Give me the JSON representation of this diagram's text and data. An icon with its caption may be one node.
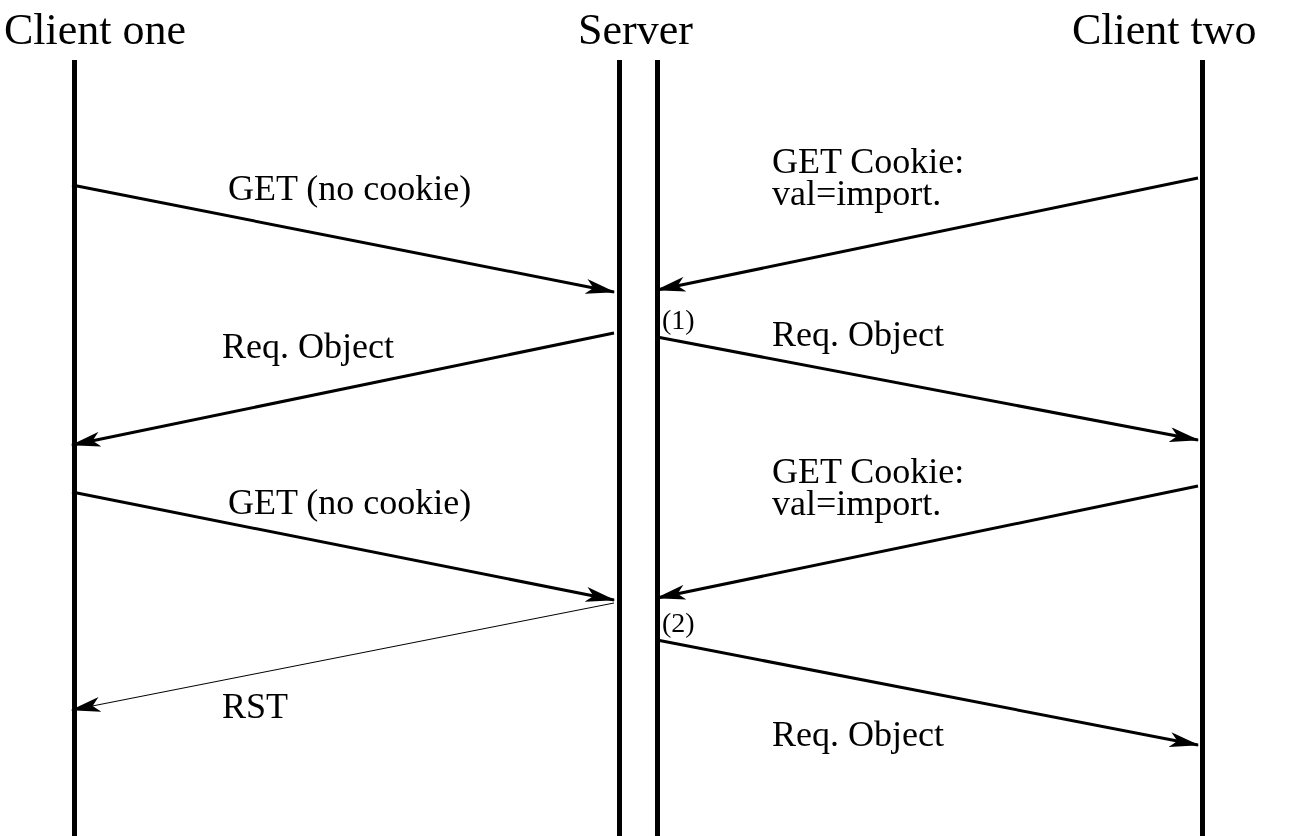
{
  "diagram": {
    "nodes": [
      {
        "text": [
          "Client one"
        ]
      },
      {
        "text": [
          "Server"
        ]
      },
      {
        "text": [
          "Client two"
        ]
      }
    ],
    "edges": [
      {
        "from": 0,
        "to": 1,
        "arrow": "to",
        "label": "GET  (no cookie)"
      },
      {
        "from": 2,
        "to": 1,
        "arrow": "to",
        "label": "GET Cookie: val=import."
      },
      {
        "from": 1,
        "to": 0,
        "arrow": "to",
        "label": "Req. Object"
      },
      {
        "from": 1,
        "to": 2,
        "arrow": "to",
        "label": "Req. Object"
      },
      {
        "from": 0,
        "to": 1,
        "arrow": "to",
        "label": "GET (no cookie)"
      },
      {
        "from": 2,
        "to": 1,
        "arrow": "to",
        "label": "GET Cookie: val=import."
      },
      {
        "from": 1,
        "to": 0,
        "arrow": "to",
        "label": "RST"
      },
      {
        "from": 1,
        "to": 2,
        "arrow": "to",
        "label": "Req. Object"
      }
    ],
    "labels": [
      "(1)",
      "(2)"
    ]
  }
}
